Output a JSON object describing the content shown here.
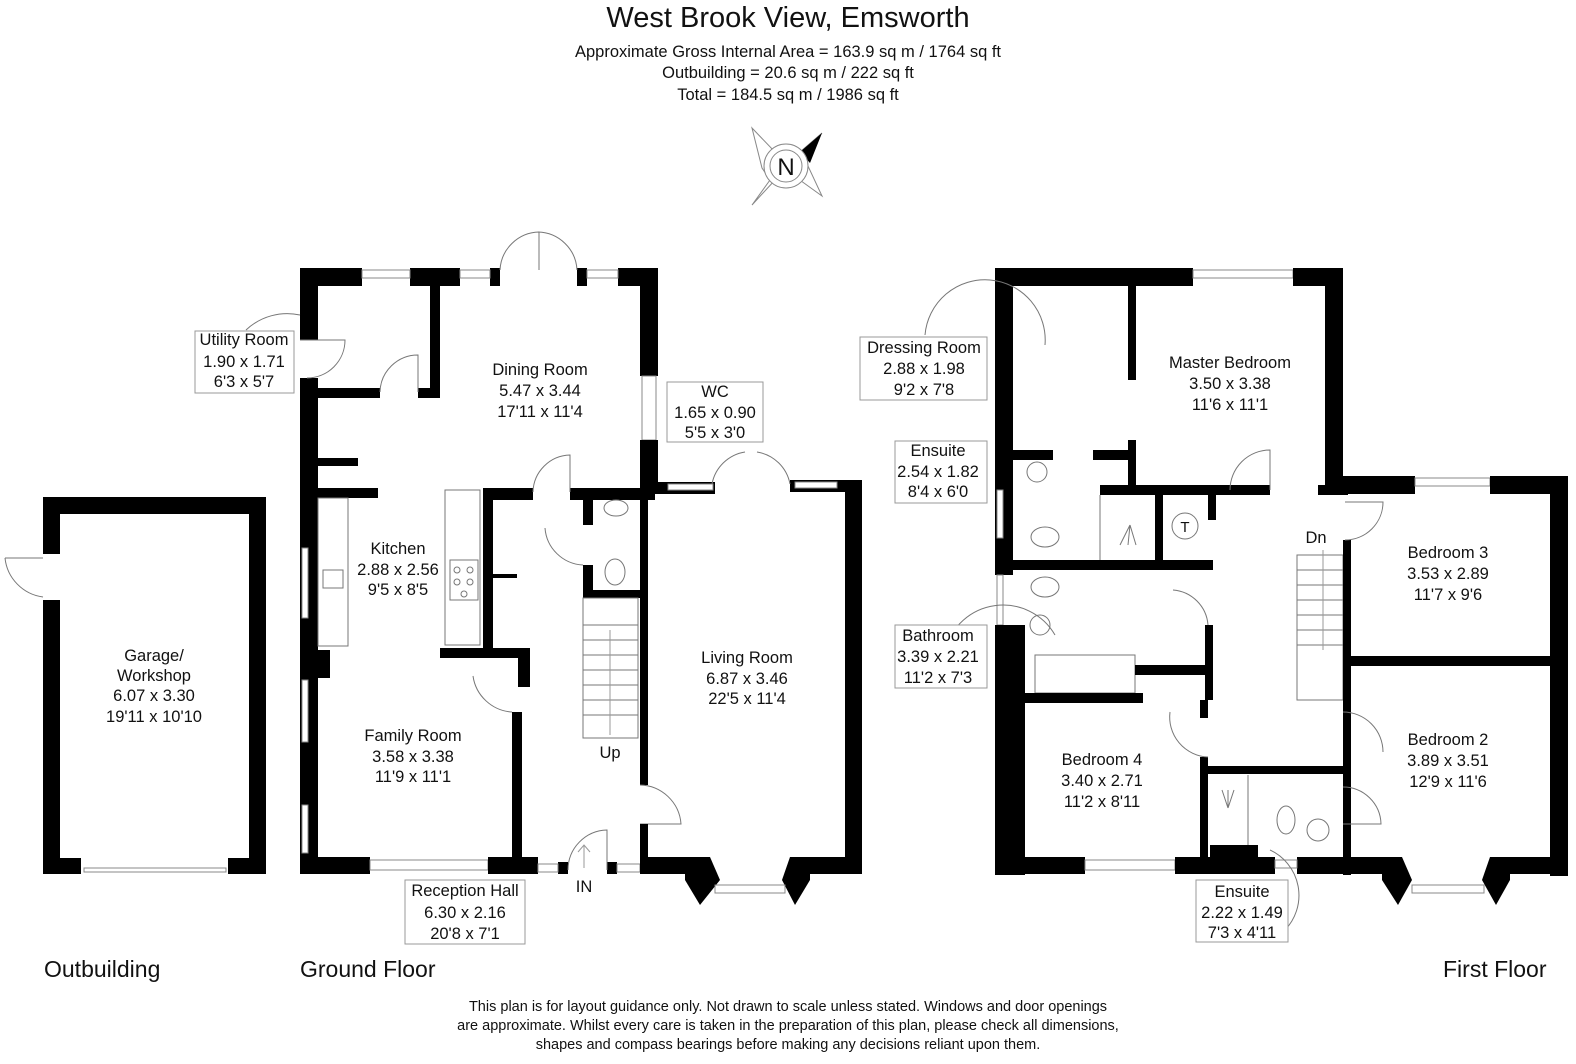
{
  "header": {
    "title": "West Brook View, Emsworth",
    "gross_internal_area": "Approximate Gross Internal Area = 163.9 sq m / 1764 sq ft",
    "outbuilding_area": "Outbuilding = 20.6 sq m / 222 sq ft",
    "total_area": "Total = 184.5 sq m / 1986 sq ft"
  },
  "compass": {
    "label": "N"
  },
  "floors": {
    "outbuilding": "Outbuilding",
    "ground": "Ground Floor",
    "first": "First Floor"
  },
  "rooms": {
    "garage": {
      "name1": "Garage/",
      "name2": "Workshop",
      "metric": "6.07 x 3.30",
      "imperial": "19'11 x 10'10"
    },
    "utility": {
      "name": "Utility Room",
      "metric": "1.90 x 1.71",
      "imperial": "6'3 x 5'7"
    },
    "dining": {
      "name": "Dining Room",
      "metric": "5.47 x 3.44",
      "imperial": "17'11 x 11'4"
    },
    "wc": {
      "name": "WC",
      "metric": "1.65 x 0.90",
      "imperial": "5'5 x 3'0"
    },
    "kitchen": {
      "name": "Kitchen",
      "metric": "2.88 x 2.56",
      "imperial": "9'5 x 8'5"
    },
    "living": {
      "name": "Living Room",
      "metric": "6.87 x 3.46",
      "imperial": "22'5 x 11'4"
    },
    "family": {
      "name": "Family Room",
      "metric": "3.58 x 3.38",
      "imperial": "11'9 x 11'1"
    },
    "reception": {
      "name": "Reception Hall",
      "metric": "6.30 x 2.16",
      "imperial": "20'8 x 7'1"
    },
    "dressing": {
      "name": "Dressing Room",
      "metric": "2.88 x 1.98",
      "imperial": "9'2 x 7'8"
    },
    "master": {
      "name": "Master Bedroom",
      "metric": "3.50 x 3.38",
      "imperial": "11'6 x 11'1"
    },
    "ensuite1": {
      "name": "Ensuite",
      "metric": "2.54 x 1.82",
      "imperial": "8'4 x 6'0"
    },
    "bedroom3": {
      "name": "Bedroom 3",
      "metric": "3.53 x 2.89",
      "imperial": "11'7 x 9'6"
    },
    "bathroom": {
      "name": "Bathroom",
      "metric": "3.39 x 2.21",
      "imperial": "11'2 x 7'3"
    },
    "bedroom2": {
      "name": "Bedroom 2",
      "metric": "3.89 x 3.51",
      "imperial": "12'9 x 11'6"
    },
    "bedroom4": {
      "name": "Bedroom 4",
      "metric": "3.40 x 2.71",
      "imperial": "11'2 x 8'11"
    },
    "ensuite2": {
      "name": "Ensuite",
      "metric": "2.22 x 1.49",
      "imperial": "7'3 x 4'11"
    }
  },
  "annotations": {
    "stairs_up": "Up",
    "stairs_down": "Dn",
    "entrance": "IN",
    "tank": "T"
  },
  "disclaimer": {
    "line1": "This plan is for layout guidance only. Not drawn to scale unless stated. Windows and door openings",
    "line2": "are approximate. Whilst every care is taken in the preparation of this plan, please check all dimensions,",
    "line3": "shapes and compass bearings before making any decisions reliant upon them."
  }
}
